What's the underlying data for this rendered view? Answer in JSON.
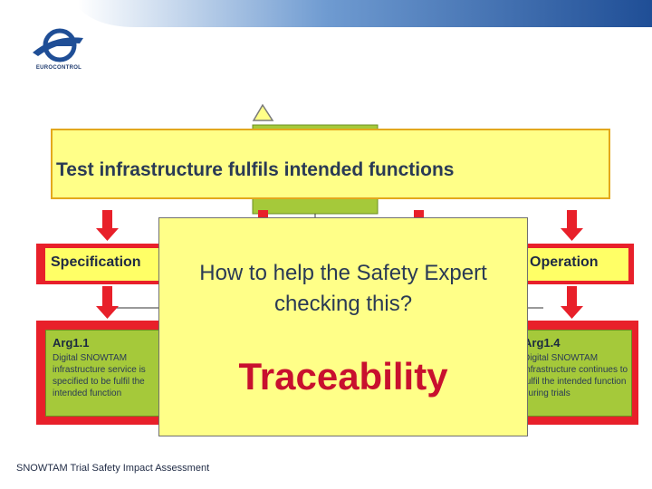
{
  "logo": {
    "wordmark": "EUROCONTROL",
    "icon": "eurocontrol-logo-icon"
  },
  "diagram": {
    "main_claim": "Test infrastructure fulfils intended functions",
    "sub_claims": {
      "left": "Specification",
      "right": "Operation"
    },
    "arguments": [
      {
        "title": "Arg1.1",
        "description": "Digital SNOWTAM infrastructure service is specified to be fulfil the intended function"
      },
      {
        "title": "Arg1.4",
        "description": "Digital SNOWTAM infrastructure continues to fulfil the intended function during trials"
      }
    ]
  },
  "callout": {
    "question": "How to help the Safety Expert checking this?",
    "keyword": "Traceability"
  },
  "footer": {
    "text": "SNOWTAM Trial Safety Impact Assessment"
  },
  "colors": {
    "header_blue": "#1f4e96",
    "arrow_red": "#e8202a",
    "claim_yellow": "#ffff88",
    "argument_green": "#a5c93a",
    "keyword_red": "#c8102e"
  }
}
